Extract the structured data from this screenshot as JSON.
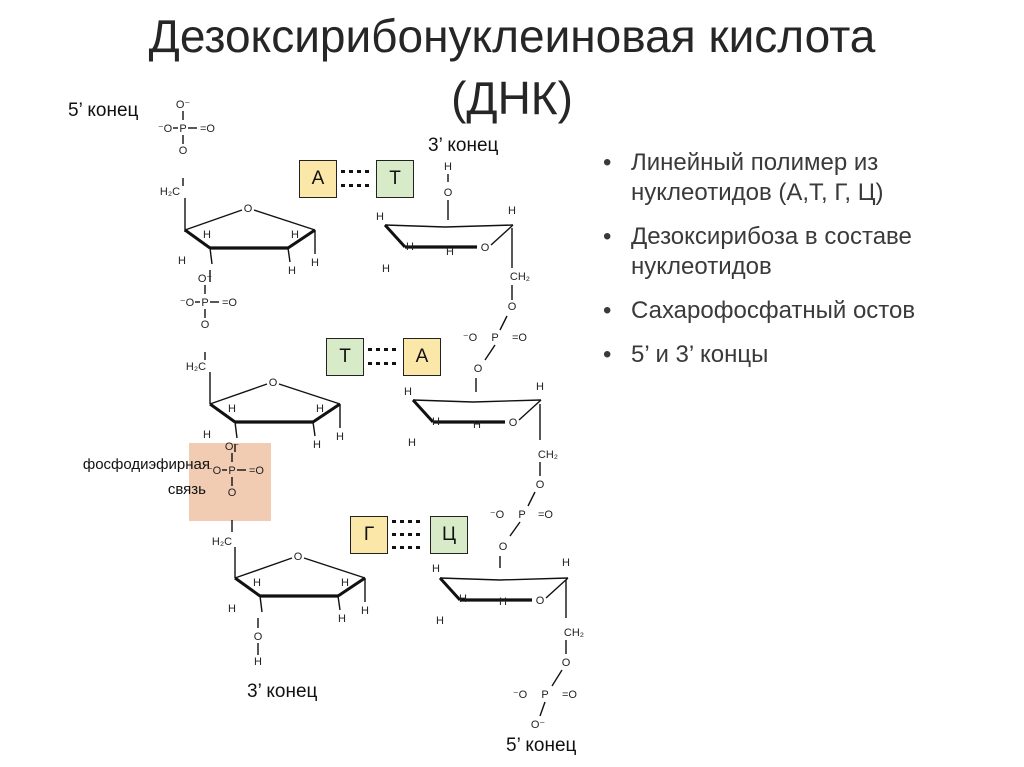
{
  "title": {
    "line1": "Дезоксирибонуклеиновая кислота",
    "line2": "(ДНК)"
  },
  "labels": {
    "five_end_top": "5’ конец",
    "three_end_top": "3’ конец",
    "three_end_bottom": "3’ конец",
    "five_end_bottom": "5’ конец",
    "bond_line1": "фосфодиэфирная",
    "bond_line2": "связь"
  },
  "base_pairs": [
    {
      "left": "А",
      "right": "Т"
    },
    {
      "left": "Т",
      "right": "А"
    },
    {
      "left": "Г",
      "right": "Ц"
    }
  ],
  "bullets": [
    "Линейный полимер из нуклеотидов (А,Т, Г, Ц)",
    "Дезоксирибоза в составе нуклеотидов",
    "Сахарофосфатный остов",
    "5’ и 3’ концы"
  ],
  "bullet_symbol": "•",
  "atoms": {
    "O": "O",
    "H": "H",
    "P": "P",
    "CH2": "CH₂",
    "H2C": "H₂C",
    "O_minus": "⁻O",
    "O_minus_top": "O⁻",
    "eq_O": "=O"
  },
  "colors": {
    "base_left": "#fbe8a8",
    "base_right": "#d7ebc8",
    "bond_highlight": "#efc3a6"
  }
}
